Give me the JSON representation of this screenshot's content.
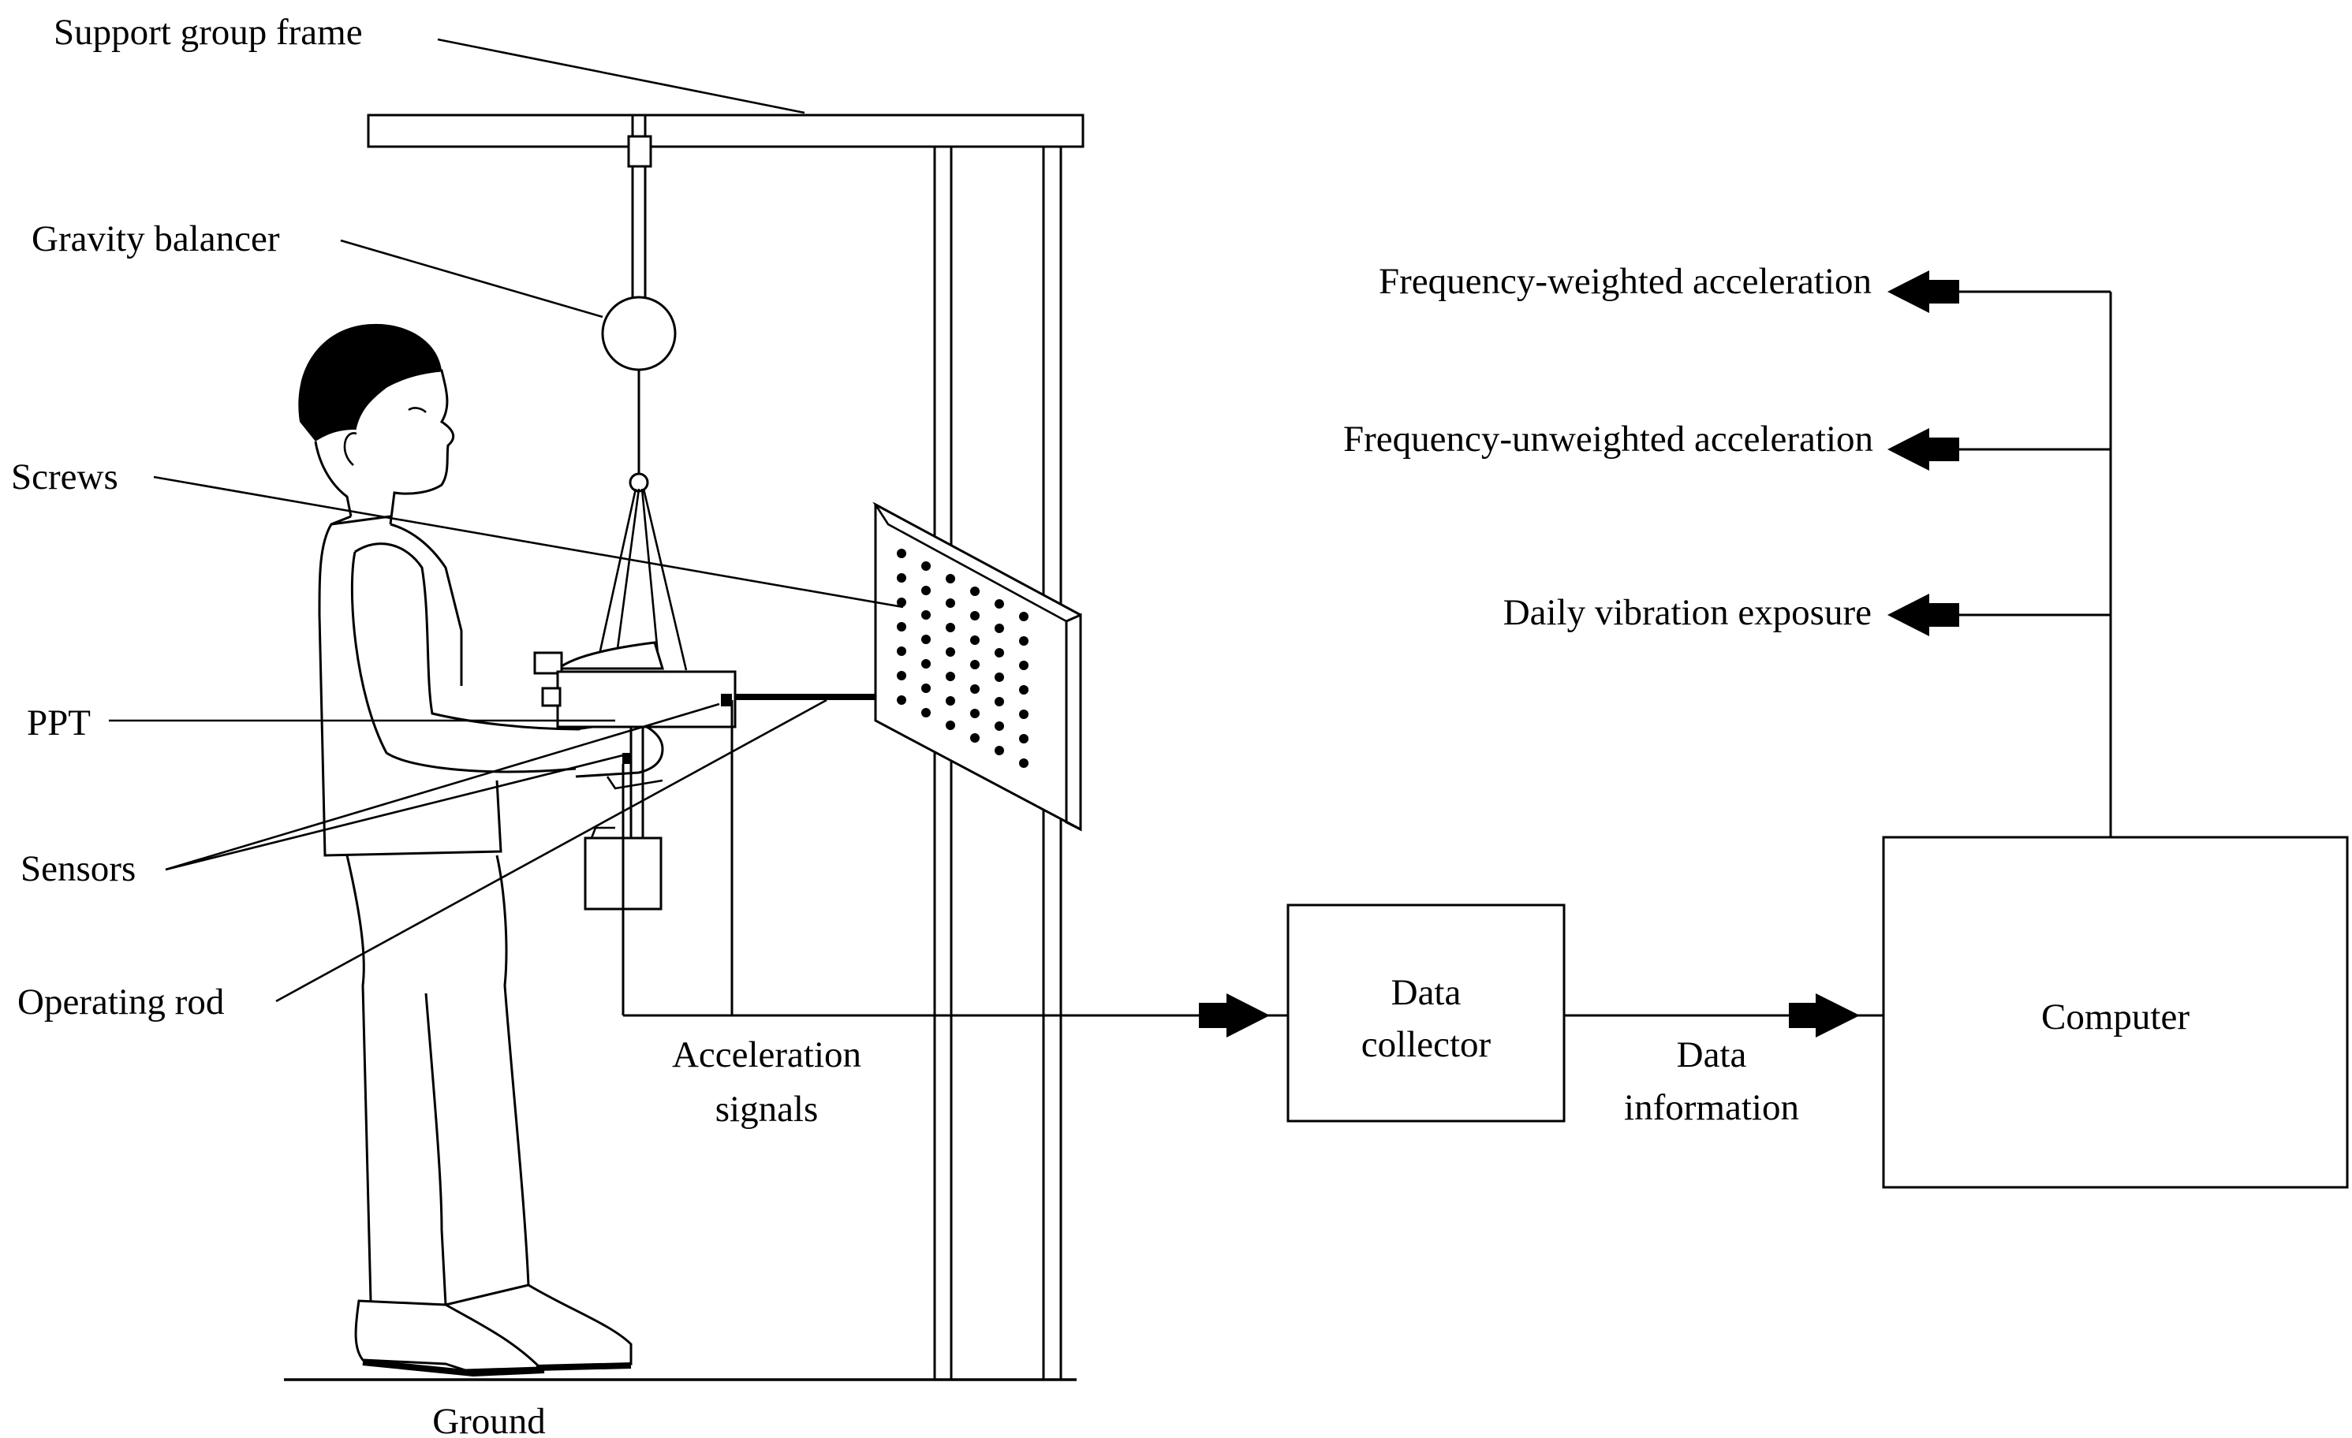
{
  "labels": {
    "support_frame": "Support group frame",
    "gravity_balancer": "Gravity balancer",
    "screws": "Screws",
    "ppt": "PPT",
    "sensors": "Sensors",
    "operating_rod": "Operating rod",
    "ground": "Ground",
    "accel_line1": "Acceleration",
    "accel_line2": "signals",
    "data_info_line1": "Data",
    "data_info_line2": "information"
  },
  "boxes": {
    "collector_line1": "Data",
    "collector_line2": "collector",
    "computer": "Computer"
  },
  "outputs": [
    "Frequency-weighted acceleration",
    "Frequency-unweighted acceleration",
    "Daily vibration exposure"
  ],
  "colors": {
    "ink": "#000000",
    "background": "#ffffff"
  }
}
